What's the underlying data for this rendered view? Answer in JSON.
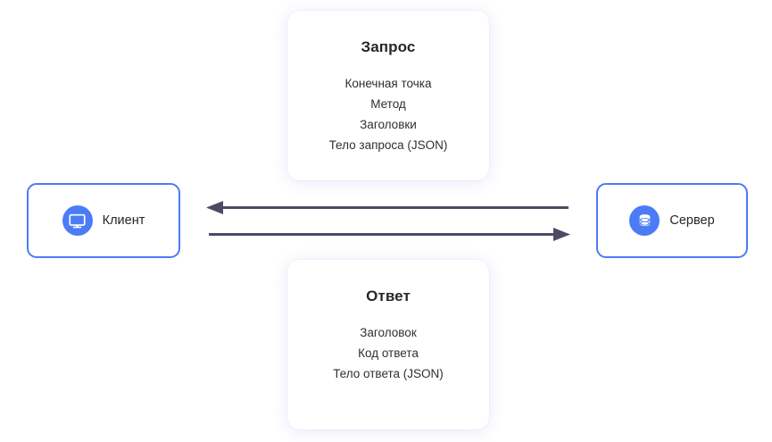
{
  "diagram": {
    "title_semantic": "client-server-request-response",
    "background_color": "#ffffff",
    "accent_color": "#4b7cf6",
    "arrow_color": "#4d4a63",
    "text_color": "#272727"
  },
  "request_card": {
    "title": "Запрос",
    "lines": [
      "Конечная точка",
      "Метод",
      "Заголовки",
      "Тело запроса (JSON)"
    ]
  },
  "response_card": {
    "title": "Ответ",
    "lines": [
      "Заголовок",
      "Код ответа",
      "Тело ответа (JSON)"
    ]
  },
  "nodes": {
    "client": {
      "label": "Клиент",
      "icon": "monitor-icon"
    },
    "server": {
      "label": "Сервер",
      "icon": "database-icon"
    }
  },
  "arrows": [
    {
      "name": "response-arrow",
      "direction": "server-to-client",
      "points_to": "left"
    },
    {
      "name": "request-arrow",
      "direction": "client-to-server",
      "points_to": "right"
    }
  ]
}
